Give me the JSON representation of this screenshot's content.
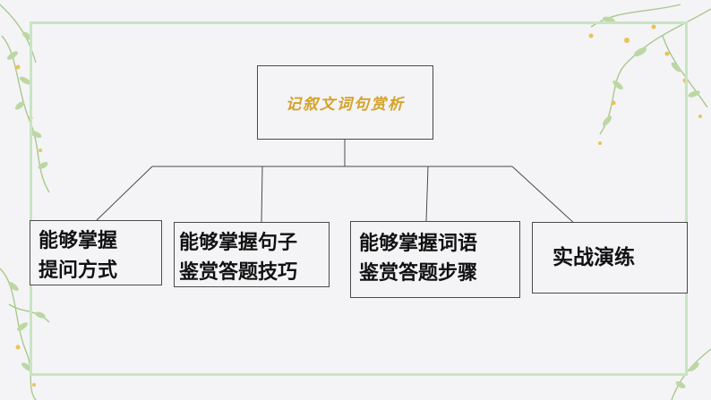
{
  "diagram": {
    "title": "记叙文词句赏析",
    "branches": [
      {
        "line1": "能够掌握",
        "line2": "提问方式"
      },
      {
        "line1": "能够掌握句子",
        "line2": "鉴赏答题技巧"
      },
      {
        "line1": "能够掌握词语",
        "line2": "鉴赏答题步骤"
      },
      {
        "line1": "实战演练"
      }
    ]
  },
  "colors": {
    "title": "#d4a22a",
    "frame": "#c9e4c2",
    "lines": "#4a4a4a",
    "leaf_green": "#a8c98e",
    "flower_yellow": "#e8c35a"
  }
}
